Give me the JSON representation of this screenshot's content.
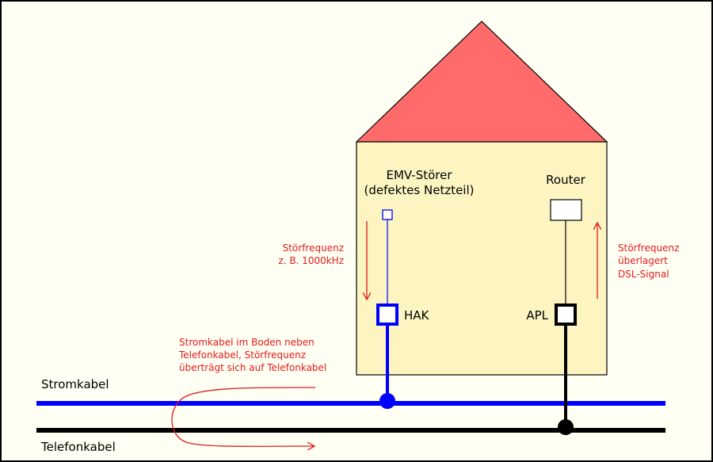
{
  "colors": {
    "background": "#fffff4",
    "border": "#000000",
    "roof": "#ff6b6b",
    "house": "#fcf5c2",
    "power": "#0000ff",
    "phone": "#000000",
    "annotation": "#e41a1a"
  },
  "labels": {
    "emv_line1": "EMV-Störer",
    "emv_line2": "(defektes Netzteil)",
    "router": "Router",
    "hak": "HAK",
    "apl": "APL",
    "stromkabel": "Stromkabel",
    "telefonkabel": "Telefonkabel"
  },
  "annotations": {
    "left_line1": "Störfrequenz",
    "left_line2": "z. B. 1000kHz",
    "right_line1": "Störfrequenz",
    "right_line2": "überlagert",
    "right_line3": "DSL-Signal",
    "coupling_line1": "Stromkabel im Boden neben",
    "coupling_line2": "Telefonkabel, Störfrequenz",
    "coupling_line3": "überträgt sich auf Telefonkabel"
  }
}
